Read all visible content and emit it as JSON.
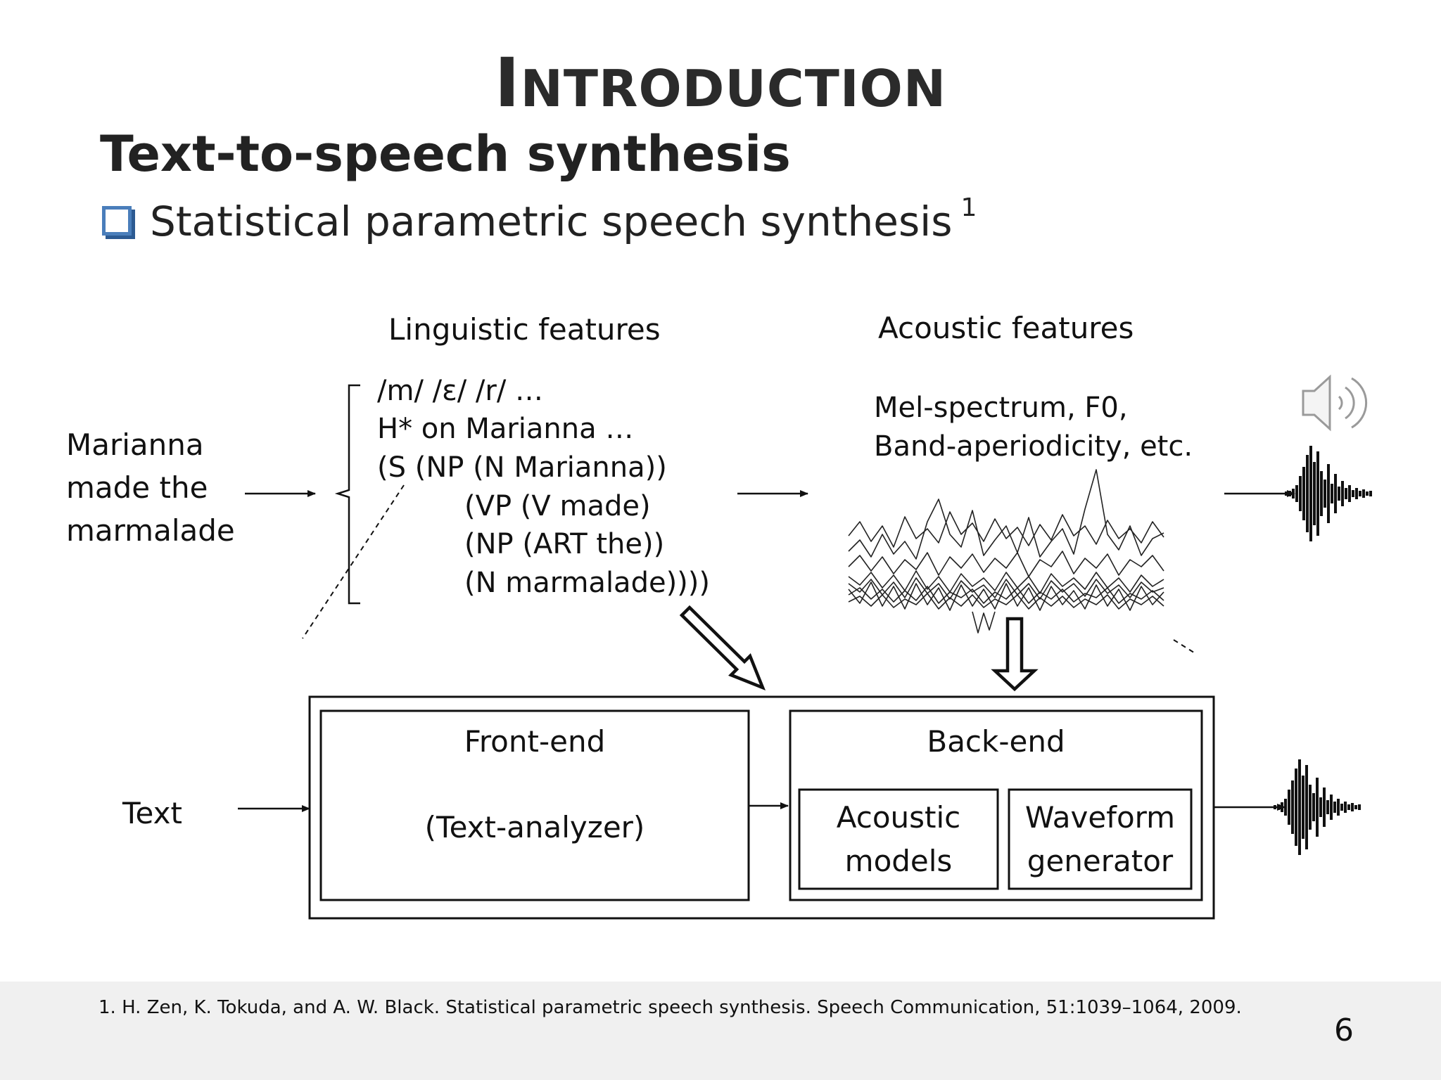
{
  "slide": {
    "title_first": "I",
    "title_rest": "NTRODUCTION",
    "subtitle": "Text-to-speech synthesis",
    "bullet": {
      "text": "Statistical parametric speech synthesis",
      "footnote_mark": "1",
      "icon": "checkbox-bullet-icon",
      "color": "#4a7ebb"
    }
  },
  "diagram": {
    "linguistic_header": "Linguistic features",
    "acoustic_header": "Acoustic features",
    "input_sentence": [
      "Marianna",
      "made the",
      "marmalade"
    ],
    "linguistic_lines": [
      "/m/ /ɛ/ /r/ …",
      "H* on Marianna …",
      "(S (NP (N Marianna))",
      "(VP (V made)",
      "(NP (ART the))",
      "(N marmalade))))"
    ],
    "acoustic_lines": [
      "Mel-spectrum, F0,",
      "Band-aperiodicity, etc."
    ],
    "text_input": "Text",
    "frontend": {
      "title": "Front-end",
      "subtitle": "(Text-analyzer)"
    },
    "backend": {
      "title": "Back-end",
      "acoustic_models": [
        "Acoustic",
        "models"
      ],
      "waveform_generator": [
        "Waveform",
        "generator"
      ]
    },
    "icons": [
      "speaker-icon",
      "waveform-icon"
    ]
  },
  "footer": {
    "reference": "1. H. Zen, K. Tokuda, and A. W. Black. Statistical parametric speech synthesis. Speech Communication, 51:1039–1064, 2009.",
    "page_number": "6"
  }
}
